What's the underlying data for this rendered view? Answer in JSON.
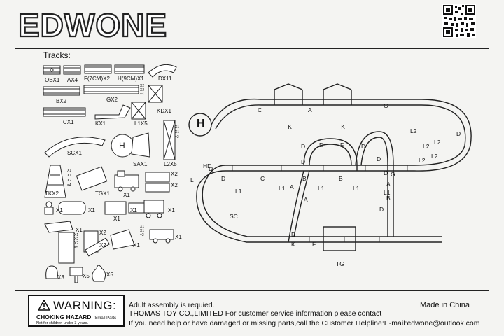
{
  "brand": {
    "logo_text": "EDWONE"
  },
  "tracks_title": "Tracks:",
  "parts": [
    {
      "id": "obx",
      "label": "OBX1"
    },
    {
      "id": "ax",
      "label": "AX4"
    },
    {
      "id": "f",
      "label": "F(7CM)X2"
    },
    {
      "id": "h",
      "label": "H(9CM)X1"
    },
    {
      "id": "dx",
      "label": "DX11"
    },
    {
      "id": "bx",
      "label": "BX2"
    },
    {
      "id": "gx",
      "label": "GX2"
    },
    {
      "id": "kdx",
      "label": "KDX1"
    },
    {
      "id": "cx",
      "label": "CX1"
    },
    {
      "id": "kx",
      "label": "KX1"
    },
    {
      "id": "l1x",
      "label": "L1X5"
    },
    {
      "id": "scx",
      "label": "SCX1"
    },
    {
      "id": "sax",
      "label": "SAX1"
    },
    {
      "id": "l2x",
      "label": "L2X5"
    },
    {
      "id": "tkx",
      "label": "TKX2"
    },
    {
      "id": "tgx",
      "label": "TGX1"
    },
    {
      "id": "train_x",
      "label": "X1"
    },
    {
      "id": "car_x2a",
      "label": "X2"
    },
    {
      "id": "car_x2b",
      "label": "X2"
    },
    {
      "id": "fig_x1",
      "label": "X1"
    },
    {
      "id": "bus_x1",
      "label": "X1"
    },
    {
      "id": "truck_x1",
      "label": "X1"
    },
    {
      "id": "case_x1",
      "label": "X1"
    },
    {
      "id": "dozer_x1",
      "label": "X1"
    },
    {
      "id": "crane_x1",
      "label": "X1"
    },
    {
      "id": "sign_x2",
      "label": "X2"
    },
    {
      "id": "pad_x2",
      "label": "X2"
    },
    {
      "id": "truck2_x1",
      "label": "X1"
    },
    {
      "id": "excav_x1",
      "label": "X1"
    },
    {
      "id": "tree_x5",
      "label": "X5"
    },
    {
      "id": "bush_x3",
      "label": "X3"
    },
    {
      "id": "post_x5",
      "label": "X5"
    }
  ],
  "part_small_notes": {
    "gx_side": [
      "X2",
      "X2",
      "=4"
    ],
    "tkx_side": [
      "X1",
      "X1",
      "X2",
      "=4"
    ],
    "l2x_side": [
      "X1",
      "X1",
      "=2"
    ],
    "crane_side": [
      "X1",
      "X2",
      "X2",
      "=5"
    ],
    "excav_side": [
      "X1",
      "X1",
      "=2"
    ]
  },
  "layout_labels": {
    "H": "H",
    "C_top": "C",
    "TK_a": "TK",
    "A_top": "A",
    "TK_b": "TK",
    "G_top": "G",
    "L2_a": "L2",
    "L2_b": "L2",
    "L2_c": "L2",
    "L2_d": "L2",
    "L2_e": "L2",
    "D_items": [
      "D",
      "D",
      "D",
      "D",
      "D",
      "D",
      "D",
      "D",
      "D",
      "D",
      "D"
    ],
    "F_mid": "F",
    "G_mid": "G",
    "C_mid": "C",
    "B_a": "B",
    "B_b": "B",
    "A_mid": "A",
    "A_loop": "A",
    "A_right": "A",
    "B_right": "B",
    "L1_a": "L1",
    "L1_b": "L1",
    "L1_c": "L1",
    "L1_d": "L1",
    "L1_e": "L1",
    "SC": "SC",
    "K": "K",
    "F_low": "F",
    "TG": "TG",
    "HD": "HD",
    "L_left": "L"
  },
  "warning": {
    "title": "WARNING:",
    "hazard": "CHOKING HAZARD",
    "hazard_small": "– Small Parts",
    "note": "Not for children under 3 years."
  },
  "footer": {
    "line1": "Adult assembly is requied.",
    "line2": "THOMAS TOY CO.,LIMITED For customer service information please contact",
    "line3": "If you need help or have damaged or missing parts,call the Customer Helpline:E-mail:edwone@outlook.com",
    "made_in": "Made in China"
  }
}
